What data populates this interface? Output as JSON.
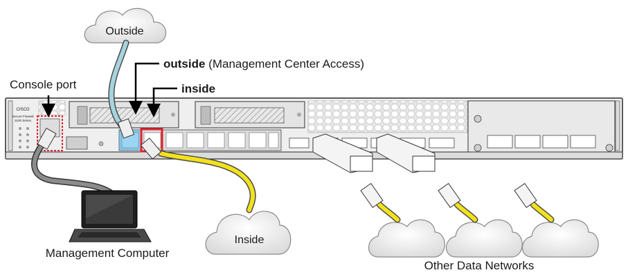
{
  "labels": {
    "outside_cloud": "Outside",
    "inside_cloud": "Inside",
    "outside_port_bold": "outside",
    "outside_port_rest": " (Management Center Access)",
    "inside_port": "inside",
    "console_port": "Console port",
    "management_computer": "Management Computer",
    "other_networks": "Other Data Networks"
  },
  "device": {
    "brand": "CISCO",
    "model_line1": "Secure Firewall",
    "model_line2": "3100 Series"
  },
  "colors": {
    "outside_cable": "#a6d4df",
    "inside_cable": "#f2e21c",
    "console_cable": "#8c8c8c",
    "outside_port_highlight": "#4ab3e8",
    "inside_port_highlight": "#e2202c",
    "console_port_highlight": "#e2202c",
    "chassis": "#ebebeb",
    "cloud": "#f5f5f5"
  }
}
